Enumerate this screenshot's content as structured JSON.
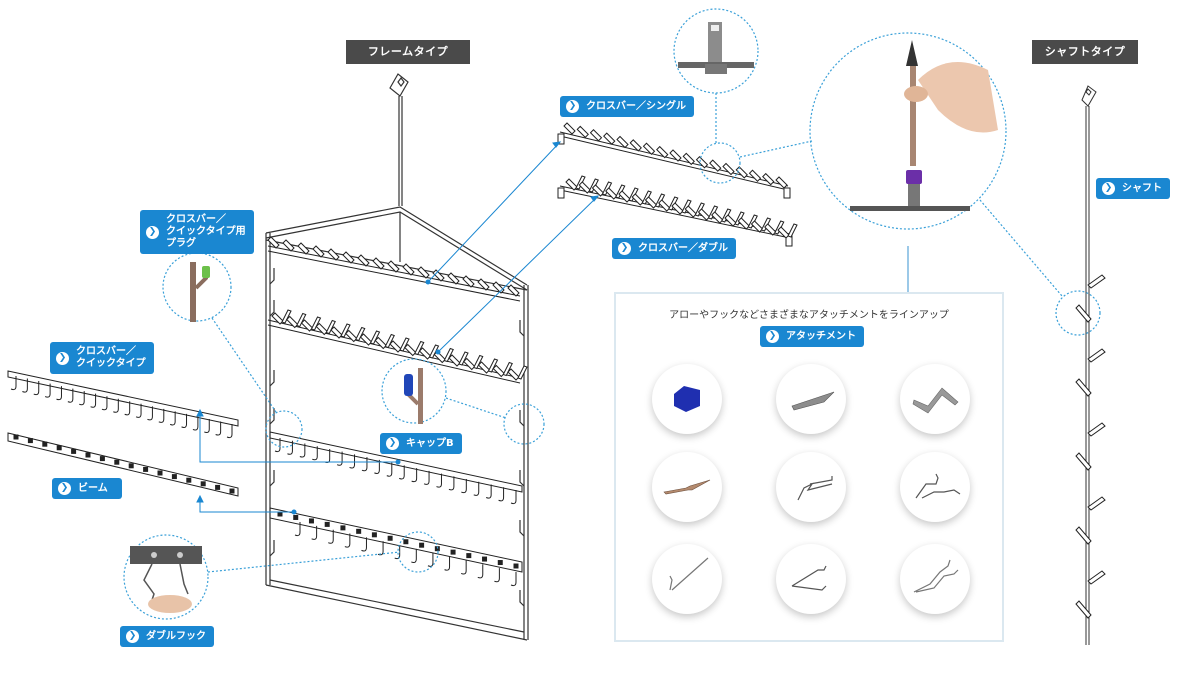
{
  "frame_type": {
    "title": "フレームタイプ",
    "labels": {
      "crossbar_quick_plug": [
        "クロスバー／",
        "クイックタイプ用",
        "プラグ"
      ],
      "crossbar_quick": [
        "クロスバー／",
        "クイックタイプ"
      ],
      "beam": "ビーム",
      "double_hook": "ダブルフック",
      "cap_b": "キャップB",
      "crossbar_single": "クロスバー／シングル",
      "crossbar_double": "クロスバー／ダブル"
    }
  },
  "attachments": {
    "caption": "アローやフックなどさまざまなアタッチメントをラインアップ",
    "label": "アタッチメント",
    "items": [
      {
        "icon": "blue-cap-icon"
      },
      {
        "icon": "arrow-tip-icon"
      },
      {
        "icon": "bent-plate-icon"
      },
      {
        "icon": "double-point-icon"
      },
      {
        "icon": "wire-hook-a-icon"
      },
      {
        "icon": "wire-hook-b-icon"
      },
      {
        "icon": "straight-hook-icon"
      },
      {
        "icon": "wire-hook-c-icon"
      },
      {
        "icon": "crossed-wire-icon"
      }
    ]
  },
  "shaft_type": {
    "title": "シャフトタイプ",
    "shaft_label": "シャフト"
  },
  "colors": {
    "accent": "#1a87d1",
    "title_bg": "#4a4a4a",
    "line_art": "#333333",
    "callout_dotted": "#3aa0d8"
  }
}
